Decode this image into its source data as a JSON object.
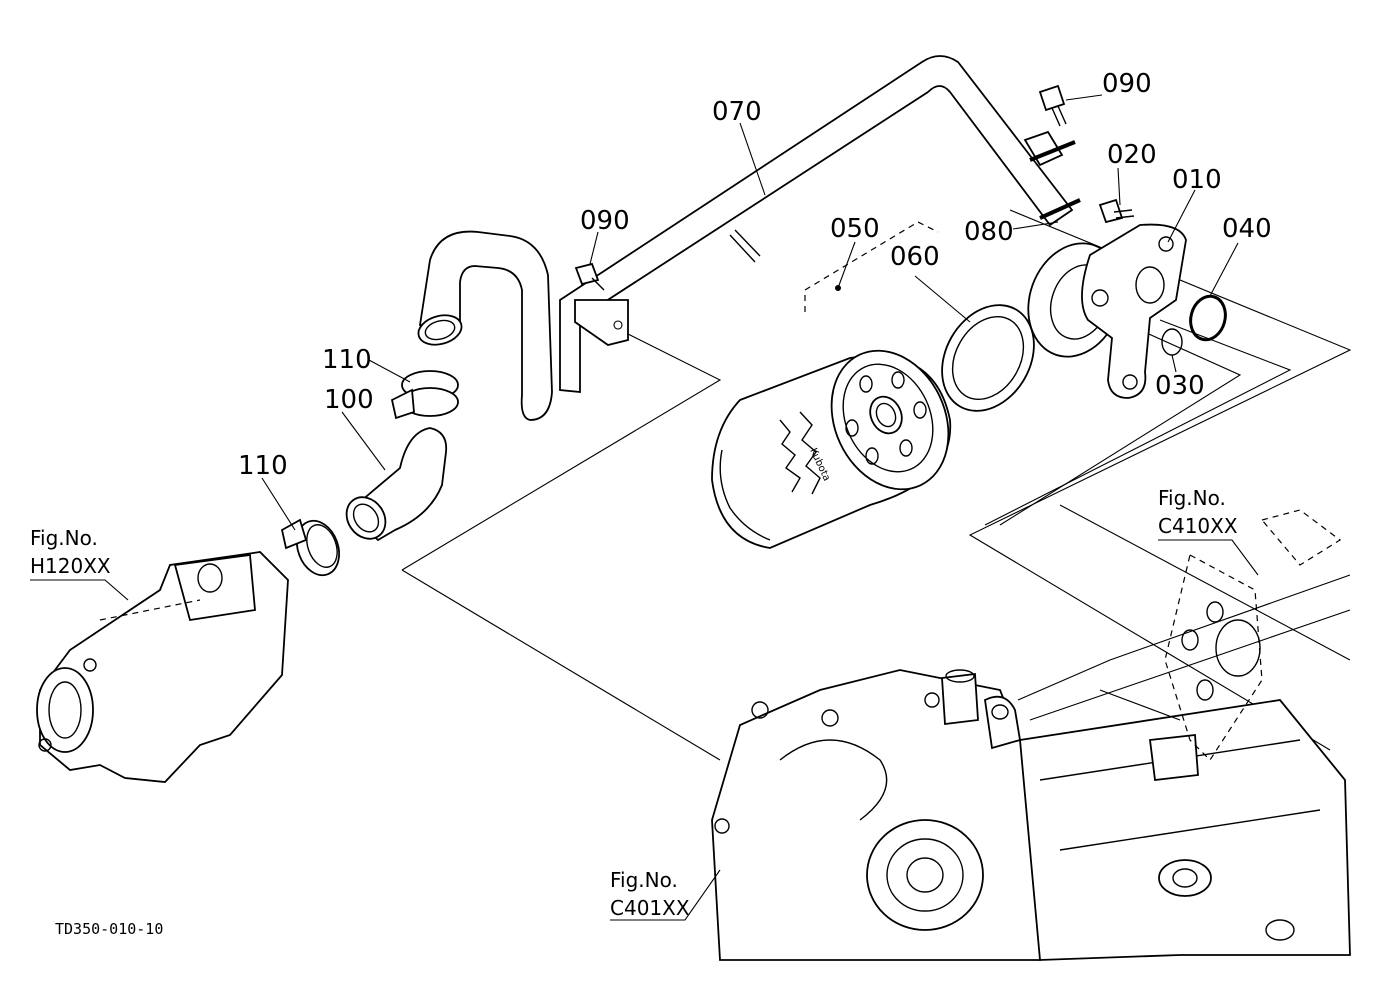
{
  "diagram": {
    "drawing_code": "TD350-010-10",
    "part_labels": {
      "p010": "010",
      "p020": "020",
      "p030": "030",
      "p040": "040",
      "p050": "050",
      "p060": "060",
      "p070": "070",
      "p080": "080",
      "p090a": "090",
      "p090b": "090",
      "p100": "100",
      "p110a": "110",
      "p110b": "110"
    },
    "figure_refs": {
      "h120": {
        "caption": "Fig.No.",
        "number": "H120XX"
      },
      "c410": {
        "caption": "Fig.No.",
        "number": "C410XX"
      },
      "c401": {
        "caption": "Fig.No.",
        "number": "C401XX"
      }
    },
    "filter_brand": "Kubota"
  }
}
